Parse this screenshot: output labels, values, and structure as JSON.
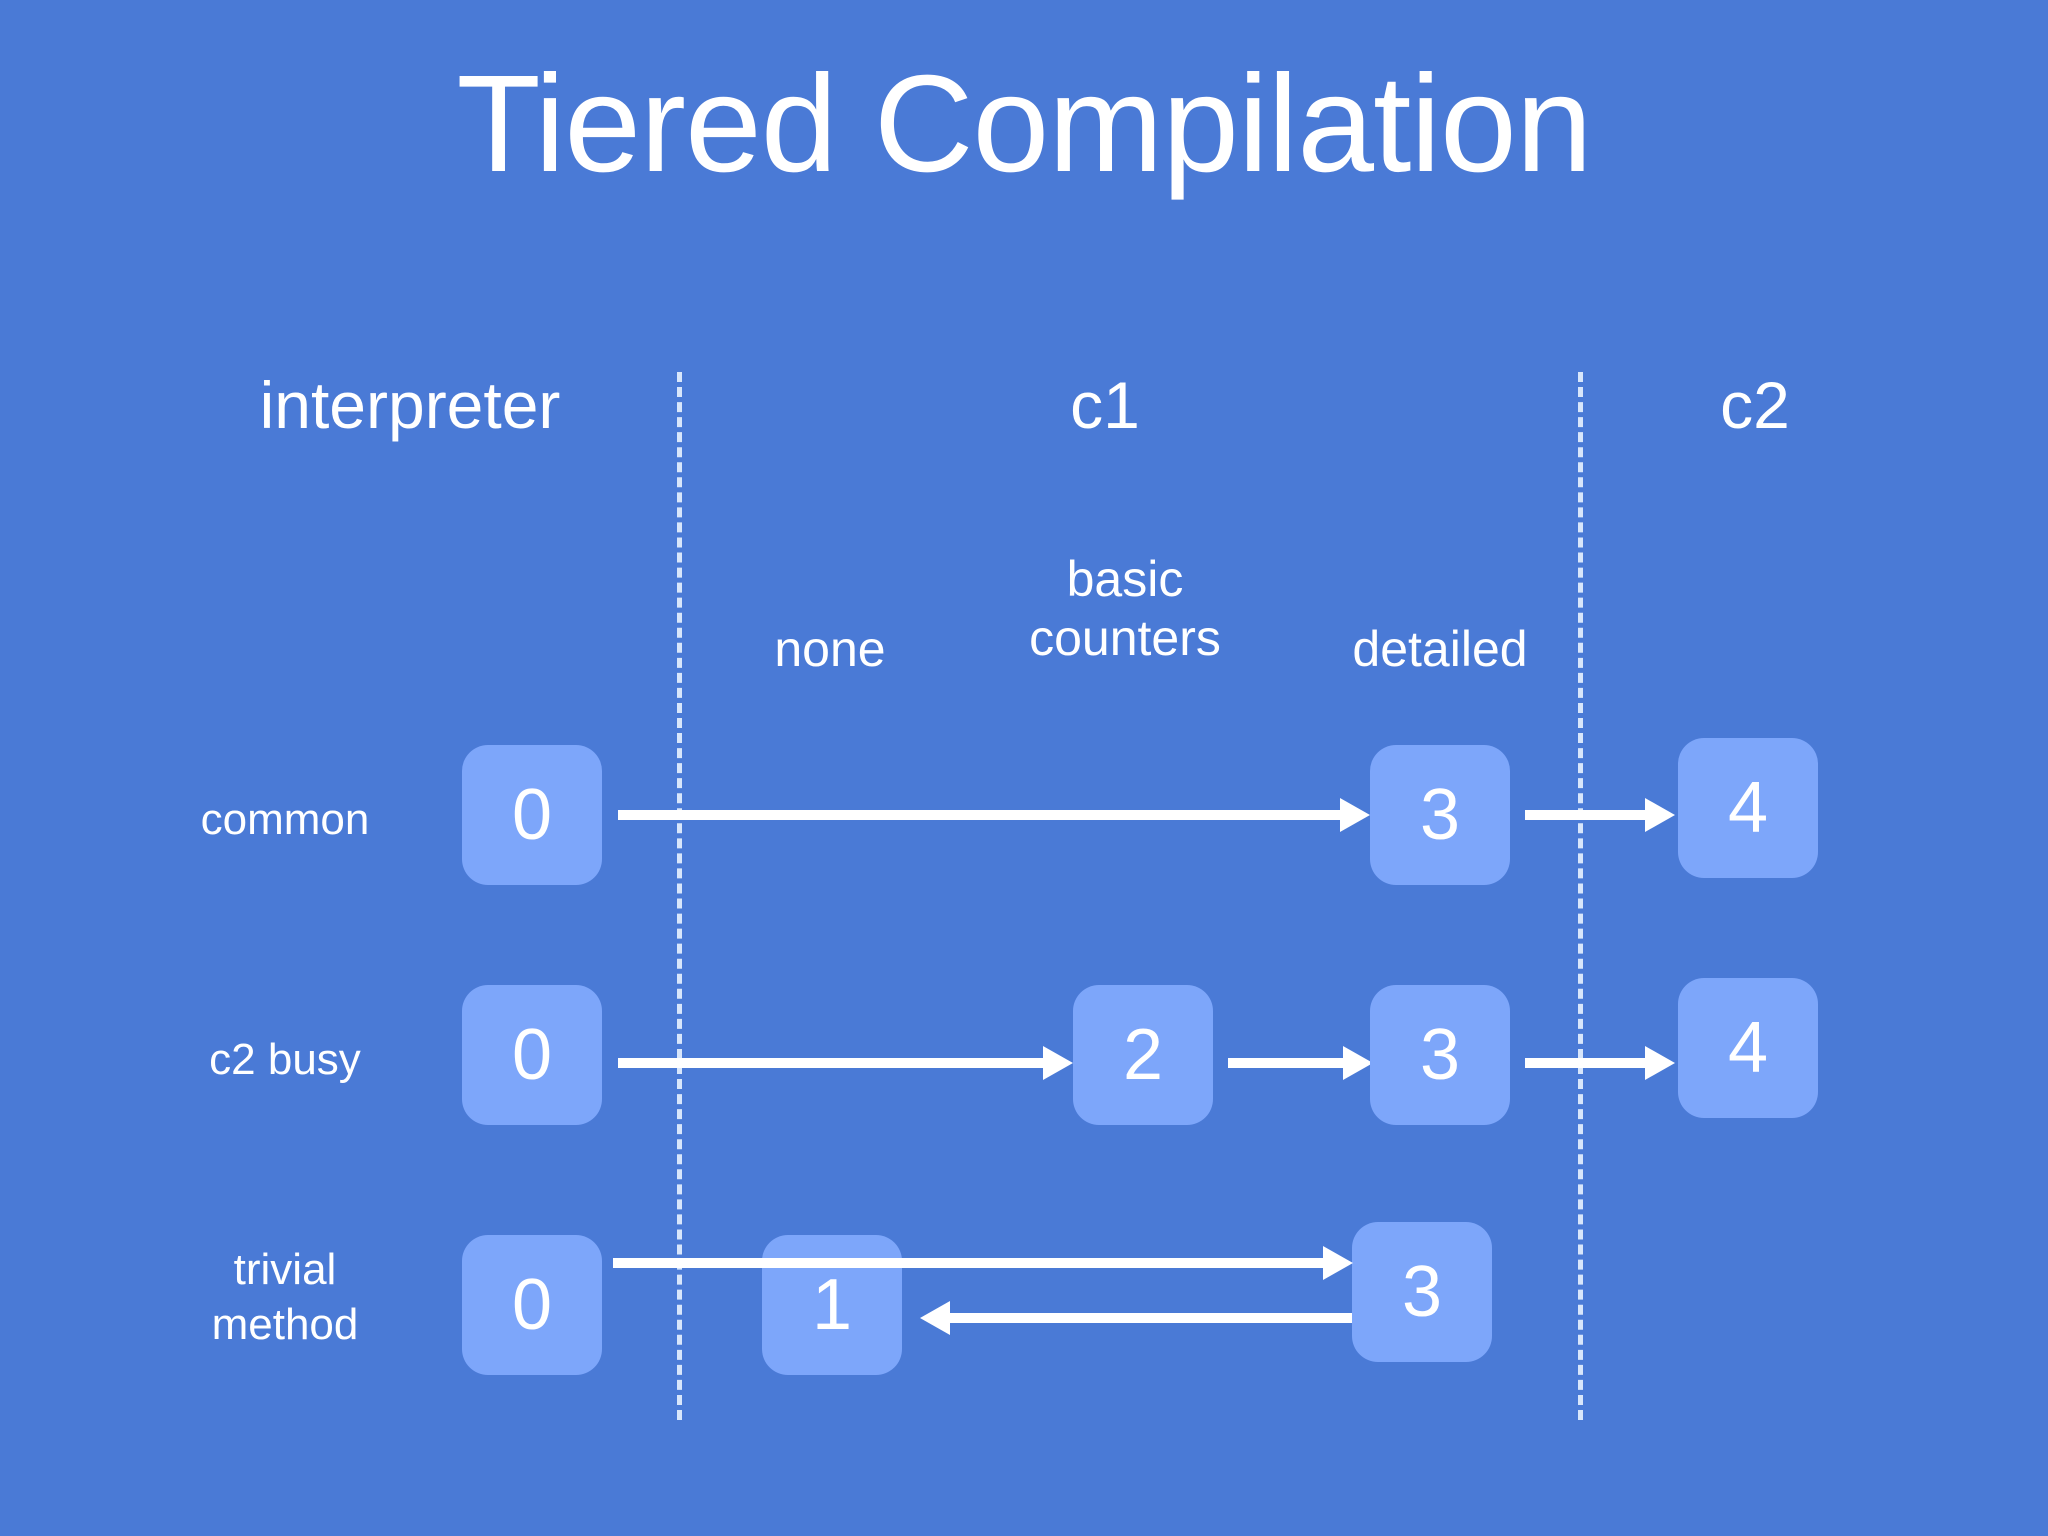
{
  "page": {
    "title": "Tiered Compilation",
    "background_color": "#4a7ad6",
    "box_color": "#7da6fa",
    "line_color": "#ffffff",
    "divider_color": "#d8e6fb"
  },
  "tiers": [
    {
      "id": "interpreter",
      "label": "interpreter"
    },
    {
      "id": "c1",
      "label": "c1"
    },
    {
      "id": "c2",
      "label": "c2"
    }
  ],
  "profiles": [
    {
      "id": "none",
      "line1": "",
      "line2": "none"
    },
    {
      "id": "basic-counters",
      "line1": "basic",
      "line2": "counters"
    },
    {
      "id": "detailed",
      "line1": "",
      "line2": "detailed"
    }
  ],
  "rows": [
    {
      "id": "common",
      "label_line1": "common",
      "label_line2": "",
      "levels": [
        {
          "value": "0",
          "column": "interpreter"
        },
        {
          "value": "3",
          "column": "detailed"
        },
        {
          "value": "4",
          "column": "c2"
        }
      ]
    },
    {
      "id": "c2-busy",
      "label_line1": "c2 busy",
      "label_line2": "",
      "levels": [
        {
          "value": "0",
          "column": "interpreter"
        },
        {
          "value": "2",
          "column": "basic-counters"
        },
        {
          "value": "3",
          "column": "detailed"
        },
        {
          "value": "4",
          "column": "c2"
        }
      ]
    },
    {
      "id": "trivial-method",
      "label_line1": "trivial",
      "label_line2": "method",
      "levels": [
        {
          "value": "0",
          "column": "interpreter"
        },
        {
          "value": "1",
          "column": "none"
        },
        {
          "value": "3",
          "column": "detailed"
        }
      ]
    }
  ],
  "transitions": [
    {
      "row": "common",
      "from": "0",
      "to": "3",
      "direction": "right"
    },
    {
      "row": "common",
      "from": "3",
      "to": "4",
      "direction": "right"
    },
    {
      "row": "c2-busy",
      "from": "0",
      "to": "2",
      "direction": "right"
    },
    {
      "row": "c2-busy",
      "from": "2",
      "to": "3",
      "direction": "right"
    },
    {
      "row": "c2-busy",
      "from": "3",
      "to": "4",
      "direction": "right"
    },
    {
      "row": "trivial-method",
      "from": "0",
      "to": "3",
      "direction": "right"
    },
    {
      "row": "trivial-method",
      "from": "3",
      "to": "1",
      "direction": "left"
    }
  ]
}
